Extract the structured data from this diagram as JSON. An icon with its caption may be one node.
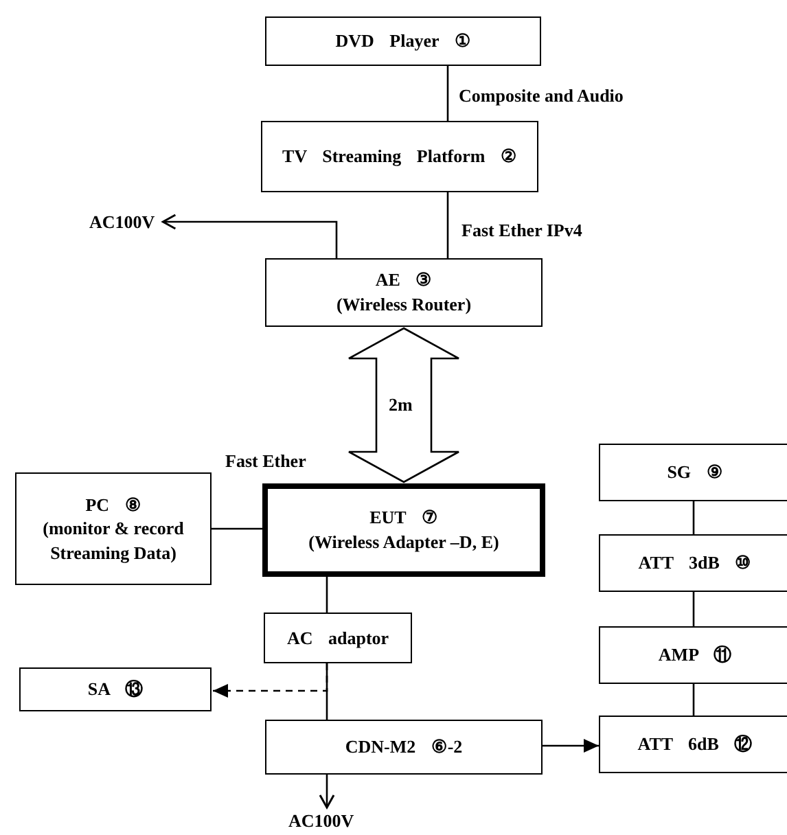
{
  "diagram": {
    "nodes": [
      {
        "text": [
          "DVD Player ①"
        ]
      },
      {
        "text": [
          "TV Streaming Platform ②"
        ]
      },
      {
        "text": [
          "AE ③",
          "(Wireless Router)"
        ]
      },
      {
        "text": [
          "AC100V"
        ]
      },
      {
        "text": [
          "EUT ⑦",
          "(Wireless Adapter –D, E)"
        ]
      },
      {
        "text": [
          "PC ⑧",
          "(monitor & record Streaming Data)"
        ]
      },
      {
        "text": [
          "AC adaptor"
        ]
      },
      {
        "text": [
          "SA ⑬"
        ]
      },
      {
        "text": [
          "CDN-M2 ⑥-2"
        ]
      },
      {
        "text": [
          "AC100V"
        ]
      },
      {
        "text": [
          "SG ⑨"
        ]
      },
      {
        "text": [
          "ATT 3dB ⑩"
        ]
      },
      {
        "text": [
          "AMP ⑪"
        ]
      },
      {
        "text": [
          "ATT 6dB ⑫"
        ]
      }
    ],
    "edges": [
      {
        "from": 0,
        "to": 1,
        "arrow": "none",
        "label": "Composite and Audio"
      },
      {
        "from": 1,
        "to": 2,
        "arrow": "none",
        "label": "Fast Ether IPv4"
      },
      {
        "from": 2,
        "to": 3,
        "arrow": "to"
      },
      {
        "from": 2,
        "to": 4,
        "arrow": "both",
        "label": "2m",
        "style": "thick"
      },
      {
        "from": 5,
        "to": 4,
        "arrow": "none"
      },
      {
        "from": 4,
        "to": 6,
        "arrow": "none"
      },
      {
        "from": 6,
        "to": 8,
        "arrow": "none"
      },
      {
        "from": 6,
        "to": 7,
        "arrow": "to",
        "style": "dashed"
      },
      {
        "from": 8,
        "to": 13,
        "arrow": "to"
      },
      {
        "from": 8,
        "to": 9,
        "arrow": "to"
      },
      {
        "from": 10,
        "to": 11,
        "arrow": "none"
      },
      {
        "from": 11,
        "to": 12,
        "arrow": "none"
      },
      {
        "from": 12,
        "to": 13,
        "arrow": "none"
      }
    ],
    "labels": [
      "Fast Ether"
    ]
  }
}
